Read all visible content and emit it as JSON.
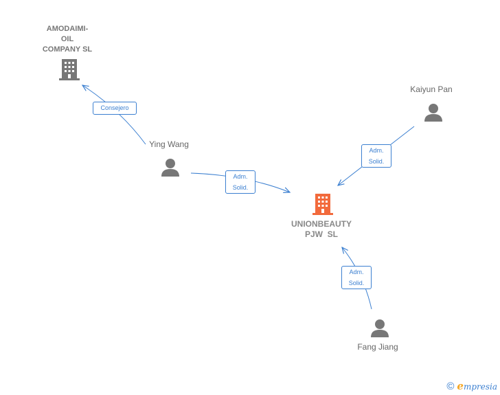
{
  "nodes": {
    "amodaimi": {
      "label_line1": "AMODAIMI-",
      "label_line2": "OIL",
      "label_line3": "COMPANY SL",
      "icon": "building-icon"
    },
    "unionbeauty": {
      "label_line1": "UNIONBEAUTY",
      "label_line2": "PJW  SL",
      "icon": "building-icon",
      "color": "#f26a3c"
    },
    "ying_wang": {
      "label": "Ying Wang",
      "icon": "person-icon"
    },
    "kaiyun_pan": {
      "label": "Kaiyun Pan",
      "icon": "person-icon"
    },
    "fang_jiang": {
      "label": "Fang Jiang",
      "icon": "person-icon"
    }
  },
  "edges": {
    "ying_to_amodaimi": {
      "label": "Consejero"
    },
    "ying_to_unionbeauty": {
      "label": "Adm.\nSolid."
    },
    "kaiyun_to_unionbeauty": {
      "label": "Adm.\nSolid."
    },
    "fang_to_unionbeauty": {
      "label": "Adm.\nSolid."
    }
  },
  "colors": {
    "edge": "#3b7fd0",
    "person": "#777777",
    "company": "#777777",
    "main_company": "#f26a3c"
  },
  "footer": {
    "copyright": "©",
    "brand_initial": "e",
    "brand_rest": "mpresia"
  }
}
